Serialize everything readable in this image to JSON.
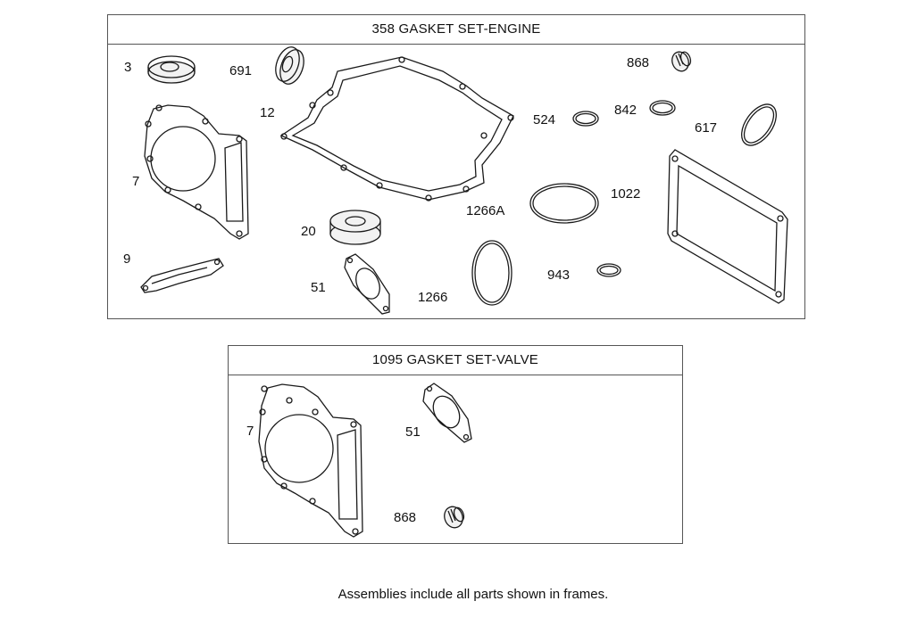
{
  "frames": {
    "engine": {
      "title": "358 GASKET  SET-ENGINE",
      "parts": [
        "3",
        "691",
        "12",
        "7",
        "9",
        "20",
        "51",
        "1266",
        "1266A",
        "524",
        "842",
        "868",
        "617",
        "1022",
        "943"
      ]
    },
    "valve": {
      "title": "1095 GASKET  SET-VALVE",
      "parts": [
        "7",
        "51",
        "868"
      ]
    }
  },
  "footnote": "Assemblies include all parts shown in frames."
}
